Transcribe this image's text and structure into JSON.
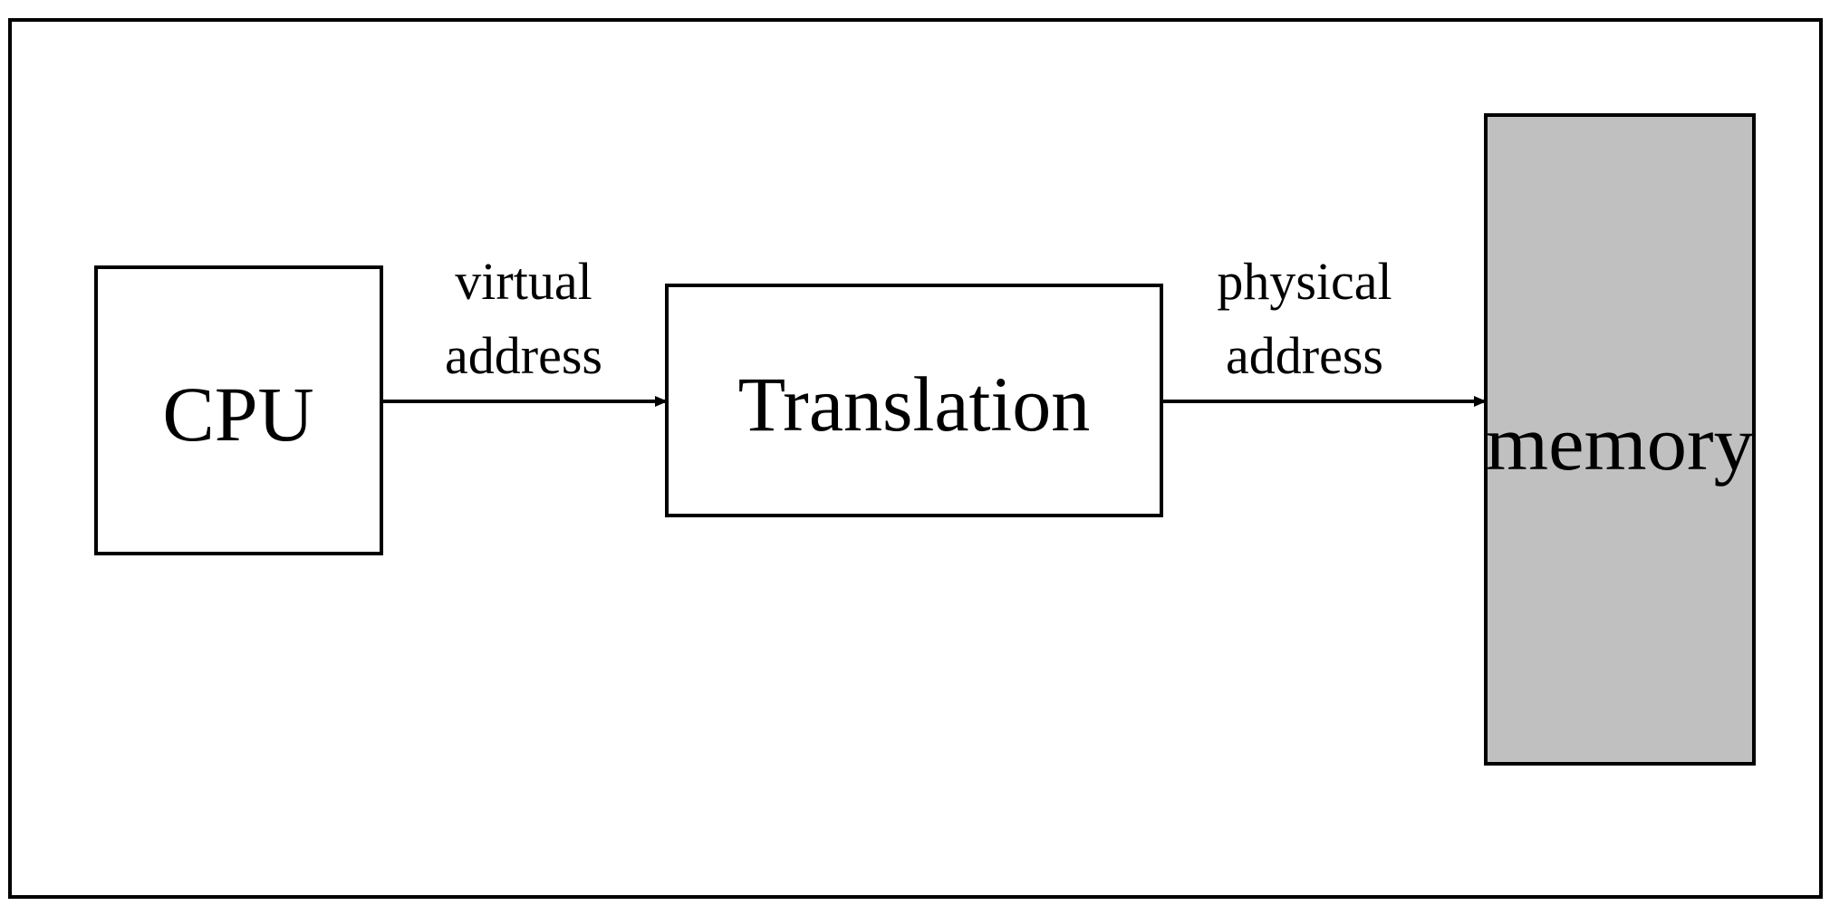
{
  "nodes": {
    "cpu": {
      "label": "CPU"
    },
    "translation": {
      "label": "Translation"
    },
    "memory": {
      "label": "memory"
    }
  },
  "edges": {
    "cpu_to_translation": {
      "line1": "virtual",
      "line2": "address"
    },
    "translation_to_memory": {
      "line1": "physical",
      "line2": "address"
    }
  },
  "colors": {
    "stroke": "#000000",
    "background": "#ffffff",
    "memory_fill": "#c0c0c0"
  }
}
